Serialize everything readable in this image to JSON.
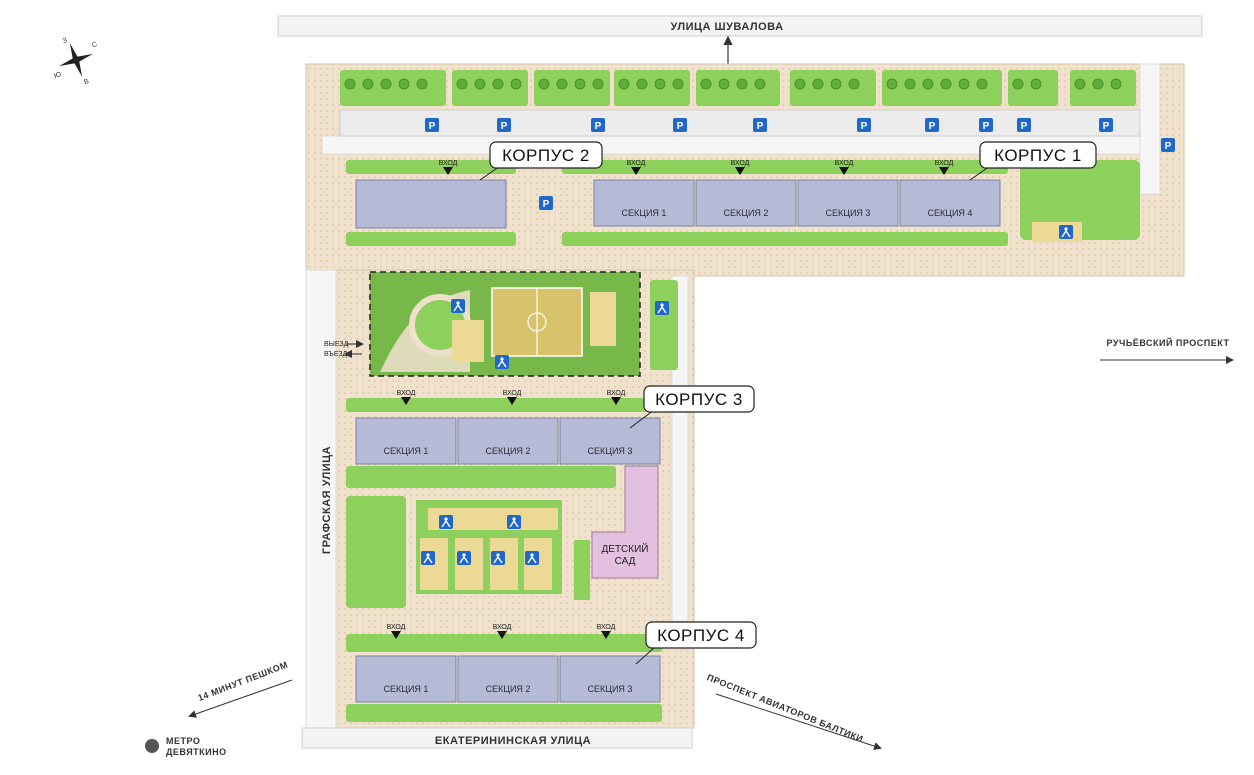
{
  "streets": {
    "top": "УЛИЦА ШУВАЛОВА",
    "left": "ГРАФСКАЯ УЛИЦА",
    "bottom": "ЕКАТЕРИНИНСКАЯ УЛИЦА",
    "right": "РУЧЬЁВСКИЙ ПРОСПЕКТ",
    "aviators": "ПРОСПЕКТ АВИАТОРОВ БАЛТИКИ",
    "walk": "14 МИНУТ ПЕШКОМ"
  },
  "metro": {
    "line1": "МЕТРО",
    "line2": "ДЕВЯТКИНО"
  },
  "compass": {
    "n": "С",
    "s": "Ю",
    "w": "З",
    "e": "В"
  },
  "exits": {
    "a": "ВЫЕЗД",
    "b": "ВЪЕЗД"
  },
  "entrance_label": "ВХОД",
  "parking_symbol": "P",
  "kindergarten": {
    "line1": "ДЕТСКИЙ",
    "line2": "САД"
  },
  "buildings": {
    "k1": {
      "label": "КОРПУС 1",
      "sections": [
        "СЕКЦИЯ 1",
        "СЕКЦИЯ 2",
        "СЕКЦИЯ 3",
        "СЕКЦИЯ 4"
      ]
    },
    "k2": {
      "label": "КОРПУС 2"
    },
    "k3": {
      "label": "КОРПУС 3",
      "sections": [
        "СЕКЦИЯ 1",
        "СЕКЦИЯ 2",
        "СЕКЦИЯ 3"
      ]
    },
    "k4": {
      "label": "КОРПУС 4",
      "sections": [
        "СЕКЦИЯ 1",
        "СЕКЦИЯ 2",
        "СЕКЦИЯ 3"
      ]
    }
  },
  "icons": {
    "parking": "parking-icon",
    "playground": "playground-icon",
    "sport": "sport-ground-icon",
    "tree": "tree-icon",
    "entrance": "entrance-arrow-icon",
    "compass": "compass-rose-icon"
  },
  "colors": {
    "building": "#b5bad6",
    "grass": "#8ed05c",
    "yard": "#78b84a",
    "paving": "#efe0cc",
    "road": "#f3f3f3",
    "parking_sign": "#1f67c9",
    "kindergarten": "#e3bfe0",
    "sand": "#ecd996"
  }
}
